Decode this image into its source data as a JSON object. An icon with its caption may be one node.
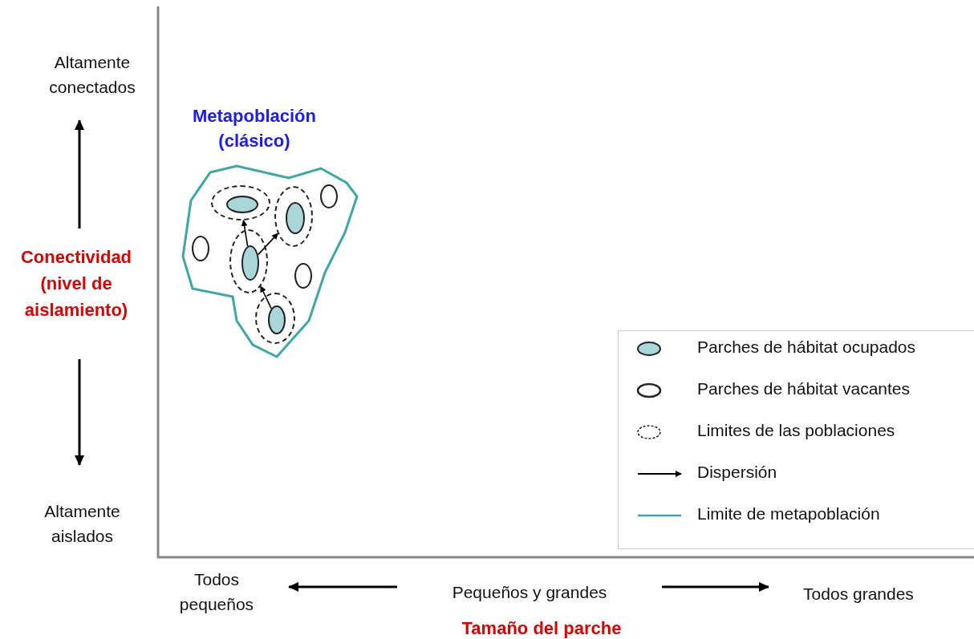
{
  "diagram": {
    "nodes": [
      {
        "text": [
          "Metapoblación (clásico)"
        ]
      },
      {
        "text": [],
        "shape": "ellipse",
        "in": 0
      },
      {
        "text": [],
        "shape": "ellipse",
        "in": 1
      },
      {
        "text": [],
        "shape": "ellipse",
        "in": 0
      },
      {
        "text": [],
        "shape": "ellipse",
        "in": 3
      },
      {
        "text": [],
        "shape": "ellipse",
        "in": 0
      },
      {
        "text": [],
        "shape": "ellipse",
        "in": 5
      },
      {
        "text": [],
        "shape": "ellipse",
        "in": 0
      },
      {
        "text": [],
        "shape": "ellipse",
        "in": 7
      },
      {
        "text": [],
        "shape": "ellipse",
        "in": 0
      },
      {
        "text": [],
        "shape": "ellipse",
        "in": 0
      },
      {
        "text": [],
        "shape": "ellipse",
        "in": 0
      }
    ],
    "edges": [
      {
        "from": 6,
        "to": 1,
        "arrow": "to"
      },
      {
        "from": 6,
        "to": 3,
        "arrow": "to"
      },
      {
        "from": 8,
        "to": 5,
        "arrow": "to"
      }
    ],
    "labels": [
      "Altamente conectados",
      "Conectividad (nivel de aislamiento)",
      "Altamente aislados",
      "Todos pequeños",
      "Pequeños y grandes",
      "Todos grandes",
      "Tamaño del parche"
    ],
    "legend": [
      {
        "text": "Parches de hábitat ocupados"
      },
      {
        "text": "Parches de hábitat vacantes"
      },
      {
        "text": "Limites de las poblaciones"
      },
      {
        "text": "Dispersión"
      },
      {
        "text": "Limite de metapoblación"
      }
    ]
  }
}
